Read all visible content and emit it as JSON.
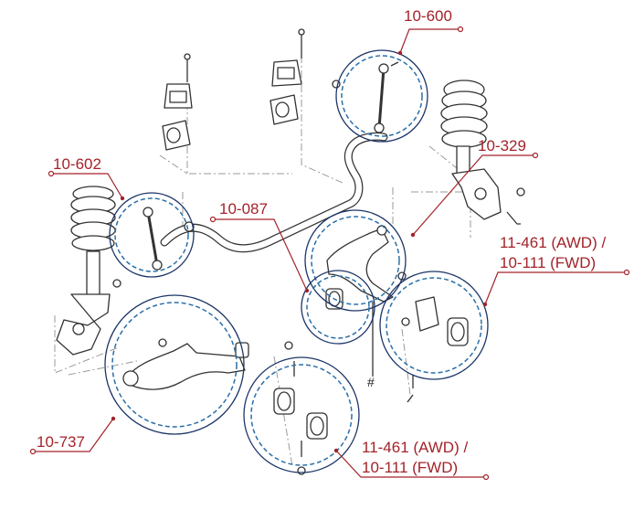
{
  "callouts": {
    "c1": {
      "label": "10-600"
    },
    "c2": {
      "label": "10-602"
    },
    "c3": {
      "label": "10-329"
    },
    "c4": {
      "label": "10-087"
    },
    "c5": {
      "line1": "11-461 (AWD) /",
      "line2": "10-111 (FWD)"
    },
    "c6": {
      "label": "10-737"
    },
    "c7": {
      "line1": "11-461 (AWD) /",
      "line2": "10-111 (FWD)"
    }
  },
  "marker": "#",
  "colors": {
    "label": "#a3232a",
    "solid_circle": "#1c3567",
    "dashed_circle": "#2a6fa8",
    "part_line": "#333333",
    "guide_line": "#9a9a9a"
  }
}
